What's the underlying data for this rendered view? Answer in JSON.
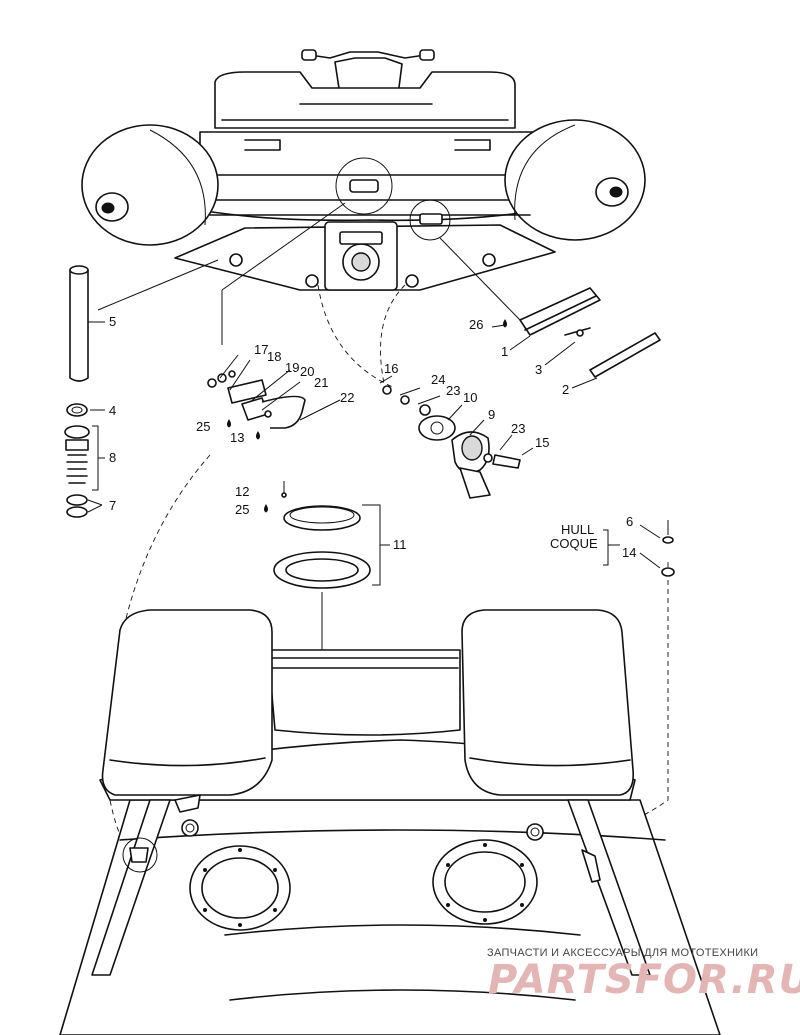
{
  "diagram": {
    "part_labels": [
      {
        "id": "17",
        "text": "17"
      },
      {
        "id": "18",
        "text": "18"
      },
      {
        "id": "19",
        "text": "19"
      },
      {
        "id": "20",
        "text": "20"
      },
      {
        "id": "21",
        "text": "21"
      },
      {
        "id": "22",
        "text": "22"
      },
      {
        "id": "25a",
        "text": "25"
      },
      {
        "id": "13",
        "text": "13"
      },
      {
        "id": "16",
        "text": "16"
      },
      {
        "id": "24",
        "text": "24"
      },
      {
        "id": "23a",
        "text": "23"
      },
      {
        "id": "10",
        "text": "10"
      },
      {
        "id": "9",
        "text": "9"
      },
      {
        "id": "23b",
        "text": "23"
      },
      {
        "id": "15",
        "text": "15"
      },
      {
        "id": "26",
        "text": "26"
      },
      {
        "id": "1",
        "text": "1"
      },
      {
        "id": "3",
        "text": "3"
      },
      {
        "id": "2",
        "text": "2"
      },
      {
        "id": "5",
        "text": "5"
      },
      {
        "id": "4",
        "text": "4"
      },
      {
        "id": "8",
        "text": "8"
      },
      {
        "id": "7",
        "text": "7"
      },
      {
        "id": "12",
        "text": "12"
      },
      {
        "id": "25b",
        "text": "25"
      },
      {
        "id": "11",
        "text": "11"
      },
      {
        "id": "6",
        "text": "6"
      },
      {
        "id": "14",
        "text": "14"
      }
    ],
    "hull_label": "HULL",
    "coque_label": "COQUE"
  },
  "watermark": {
    "line1": "ЗАПЧАСТИ И АКСЕССУАРЫ ДЛЯ МОТОТЕХНИКИ",
    "line2": "PARTSFOR.RU",
    "color": "#e3b5b5"
  }
}
